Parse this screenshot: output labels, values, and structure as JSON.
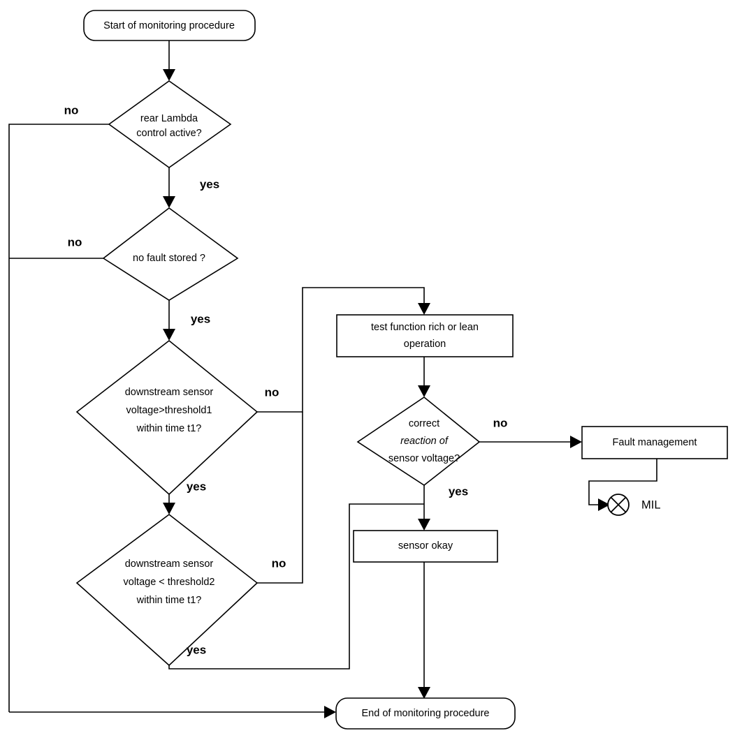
{
  "diagram": {
    "title": "Start of monitoring procedure",
    "type": "flowchart"
  },
  "nodes": {
    "start": {
      "id": "start",
      "shape": "rounded-terminator",
      "label": "Start of monitoring procedure"
    },
    "decision_rear_lambda": {
      "id": "decision-rear-lambda",
      "shape": "diamond",
      "lines": [
        "rear Lambda",
        "control active?"
      ]
    },
    "decision_no_fault": {
      "id": "decision-no-fault",
      "shape": "diamond",
      "lines": [
        "no fault stored ?"
      ]
    },
    "decision_threshold1": {
      "id": "decision-threshold1",
      "shape": "diamond",
      "lines": [
        "downstream sensor",
        "voltage>threshold1",
        "within time t1?"
      ]
    },
    "decision_threshold2": {
      "id": "decision-threshold2",
      "shape": "diamond",
      "lines": [
        "downstream sensor",
        "voltage < threshold2",
        "within time t1?"
      ]
    },
    "process_test_function": {
      "id": "process-test-function",
      "shape": "rectangle",
      "lines": [
        "test function rich or lean",
        "operation"
      ]
    },
    "decision_correct_reaction": {
      "id": "decision-correct-reaction",
      "shape": "diamond",
      "lines": [
        "correct",
        "reaction of",
        "sensor voltage?"
      ],
      "italic_line_index": 1
    },
    "process_fault_management": {
      "id": "process-fault-management",
      "shape": "rectangle",
      "lines": [
        "Fault management"
      ]
    },
    "process_sensor_okay": {
      "id": "process-sensor-okay",
      "shape": "rectangle",
      "lines": [
        "sensor okay"
      ]
    },
    "mil_lamp": {
      "id": "mil-lamp",
      "shape": "circle-with-cross",
      "label": "MIL"
    },
    "end": {
      "id": "end",
      "shape": "rounded-terminator",
      "label": "End of monitoring procedure"
    }
  },
  "edge_labels": {
    "rear_lambda_no": "no",
    "rear_lambda_yes": "yes",
    "no_fault_no": "no",
    "no_fault_yes": "yes",
    "threshold1_no": "no",
    "threshold1_yes": "yes",
    "threshold2_no": "no",
    "threshold2_yes": "yes",
    "correct_reaction_no": "no",
    "correct_reaction_yes": "yes"
  },
  "colors": {
    "stroke": "#000000",
    "fill": "#ffffff",
    "text": "#000000"
  }
}
